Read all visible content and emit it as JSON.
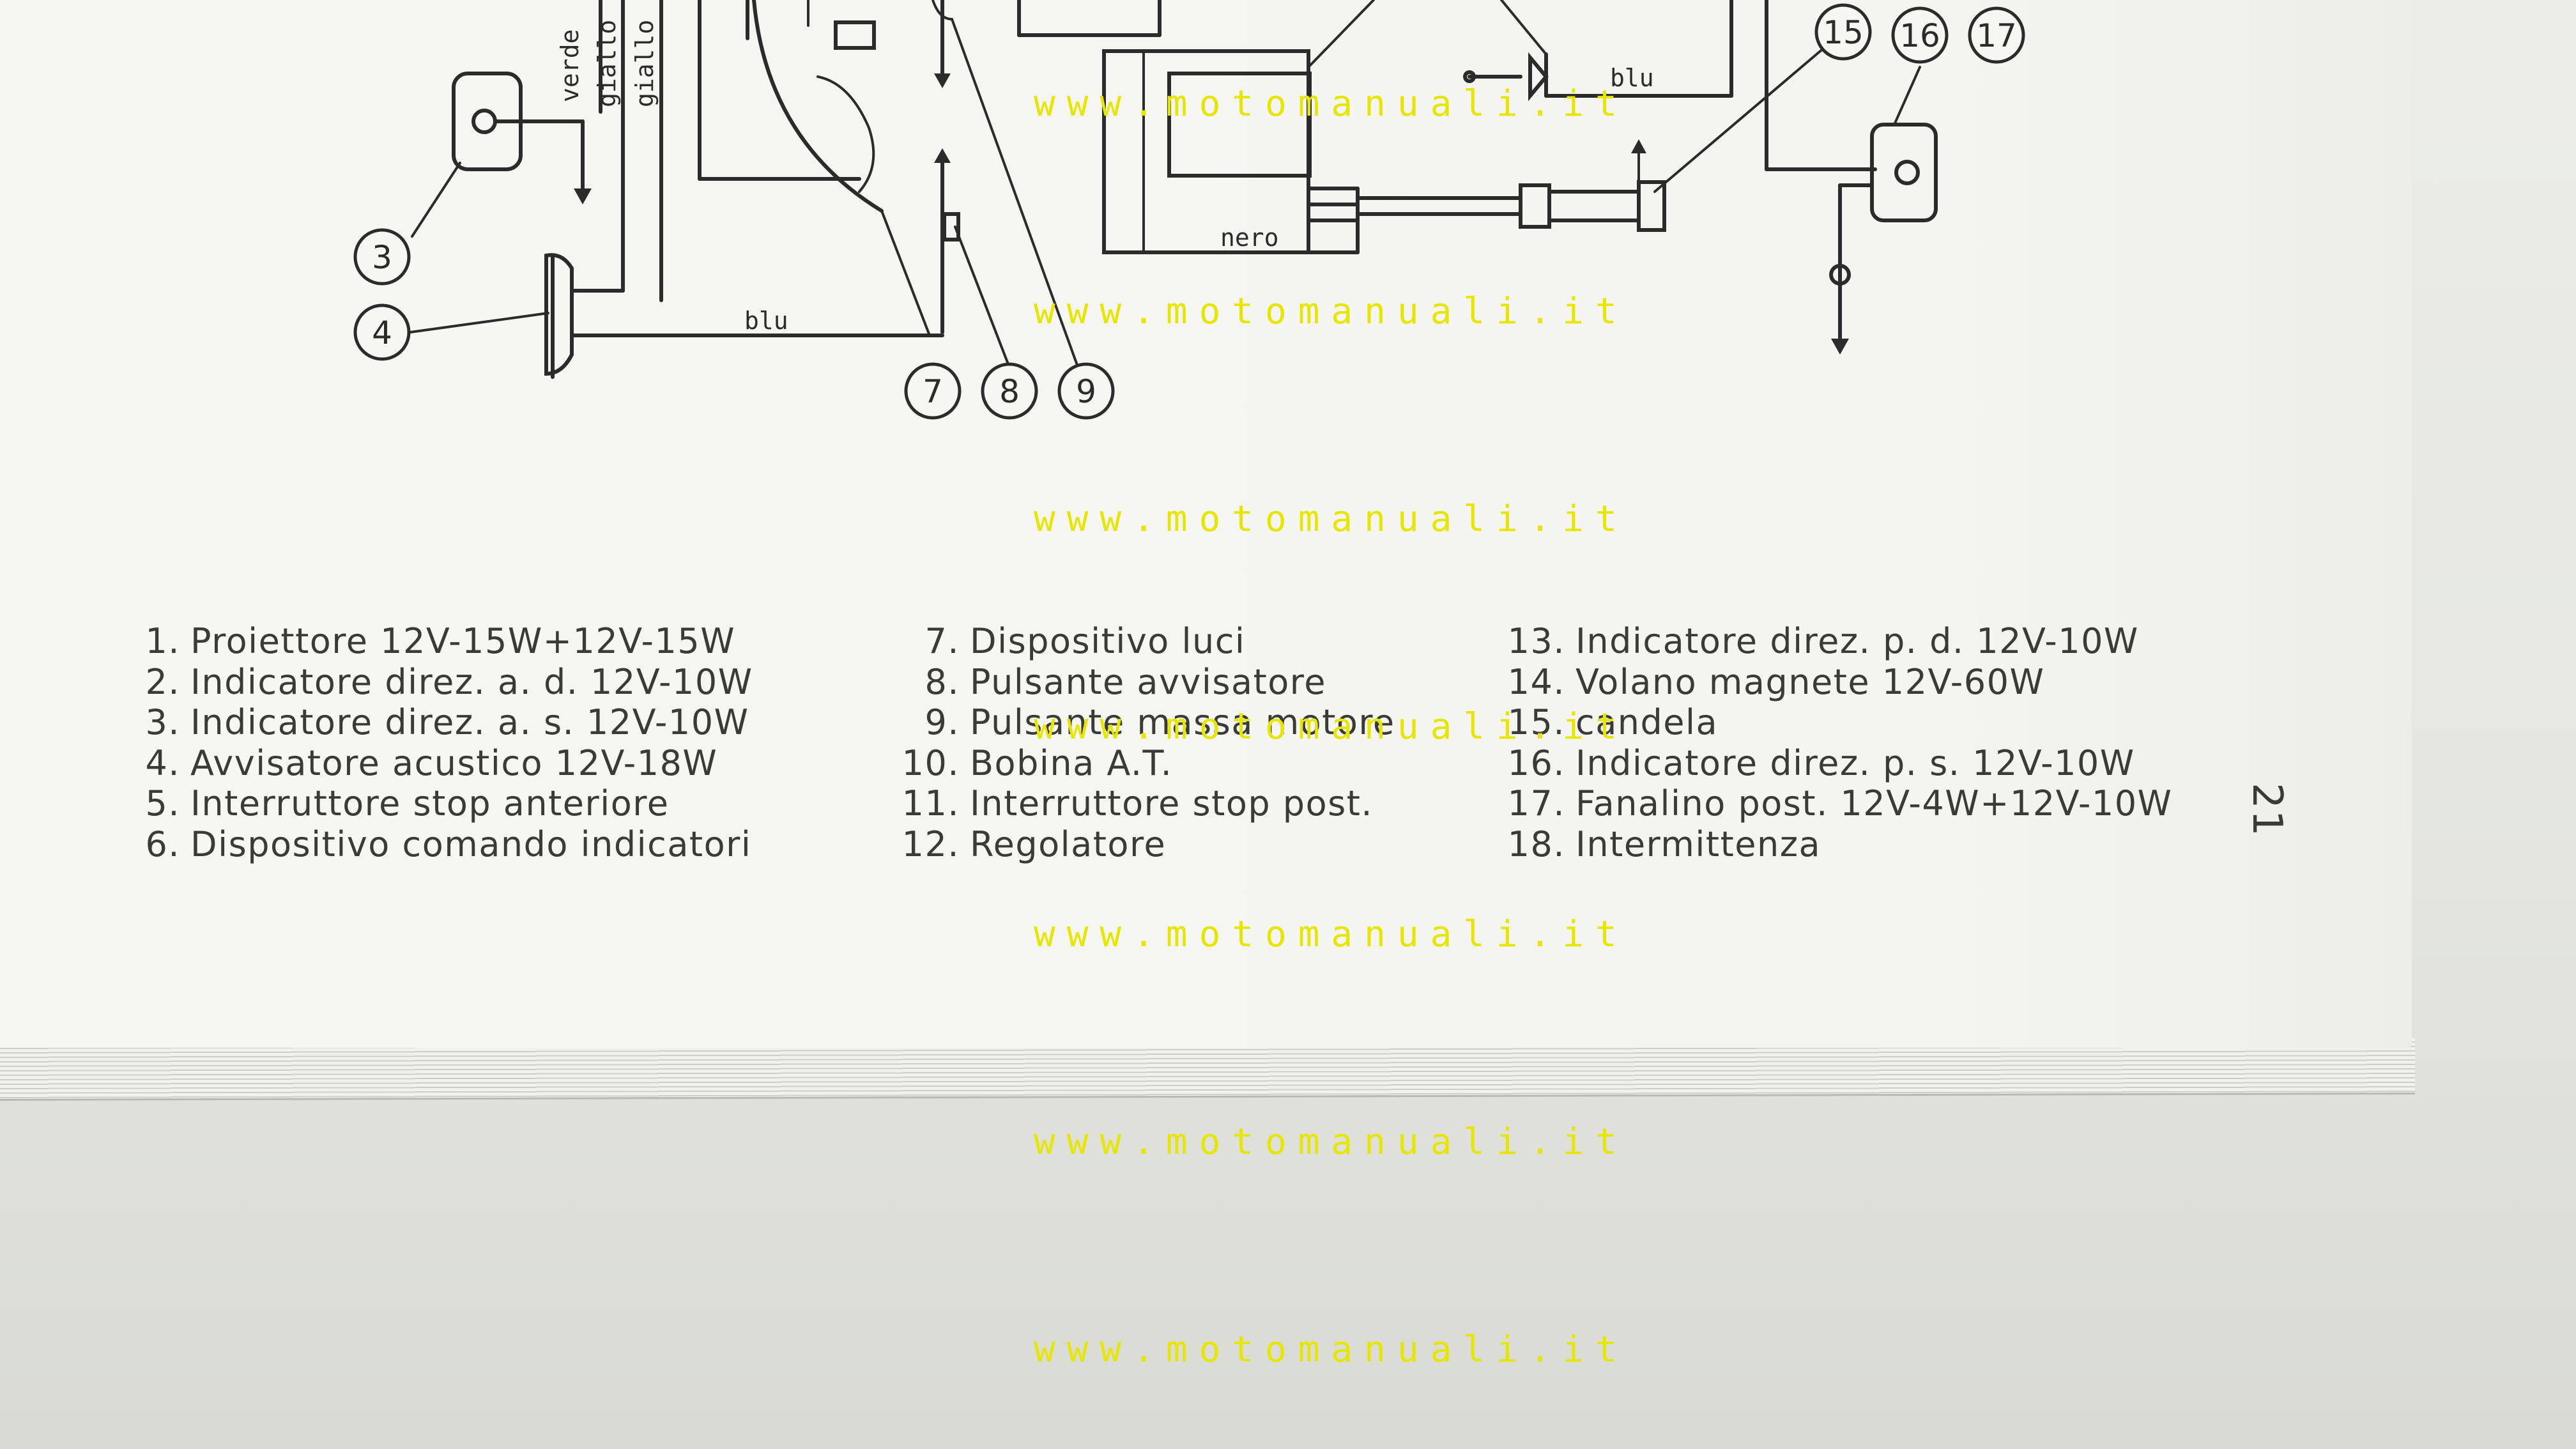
{
  "diagram": {
    "callouts": [
      "3",
      "4",
      "7",
      "8",
      "9",
      "15",
      "16",
      "17"
    ],
    "wire_labels": {
      "verde": "verde",
      "giallo_1": "giallo",
      "giallo_2": "giallo",
      "blu_left": "blu",
      "blu_right": "blu",
      "nero": "nero"
    }
  },
  "legend": {
    "col1": [
      {
        "num": "1.",
        "text": "Proiettore 12V-15W+12V-15W"
      },
      {
        "num": "2.",
        "text": "Indicatore direz. a. d. 12V-10W"
      },
      {
        "num": "3.",
        "text": "Indicatore direz. a. s. 12V-10W"
      },
      {
        "num": "4.",
        "text": "Avvisatore acustico 12V-18W"
      },
      {
        "num": "5.",
        "text": "Interruttore stop anteriore"
      },
      {
        "num": "6.",
        "text": "Dispositivo comando indicatori"
      }
    ],
    "col2": [
      {
        "num": "7.",
        "text": "Dispositivo luci"
      },
      {
        "num": "8.",
        "text": "Pulsante avvisatore"
      },
      {
        "num": "9.",
        "text": "Pulsante massa motore"
      },
      {
        "num": "10.",
        "text": "Bobina A.T."
      },
      {
        "num": "11.",
        "text": "Interruttore stop post."
      },
      {
        "num": "12.",
        "text": "Regolatore"
      }
    ],
    "col3": [
      {
        "num": "13.",
        "text": "Indicatore direz. p. d. 12V-10W"
      },
      {
        "num": "14.",
        "text": "Volano magnete 12V-60W"
      },
      {
        "num": "15.",
        "text": "candela"
      },
      {
        "num": "16.",
        "text": "Indicatore direz. p. s. 12V-10W"
      },
      {
        "num": "17.",
        "text": "Fanalino post. 12V-4W+12V-10W"
      },
      {
        "num": "18.",
        "text": "Intermittenza"
      }
    ]
  },
  "page_number": "21",
  "watermark": "www.motomanuali.it",
  "colors": {
    "watermark": "#e6e600",
    "ink": "#2b2b2b"
  }
}
